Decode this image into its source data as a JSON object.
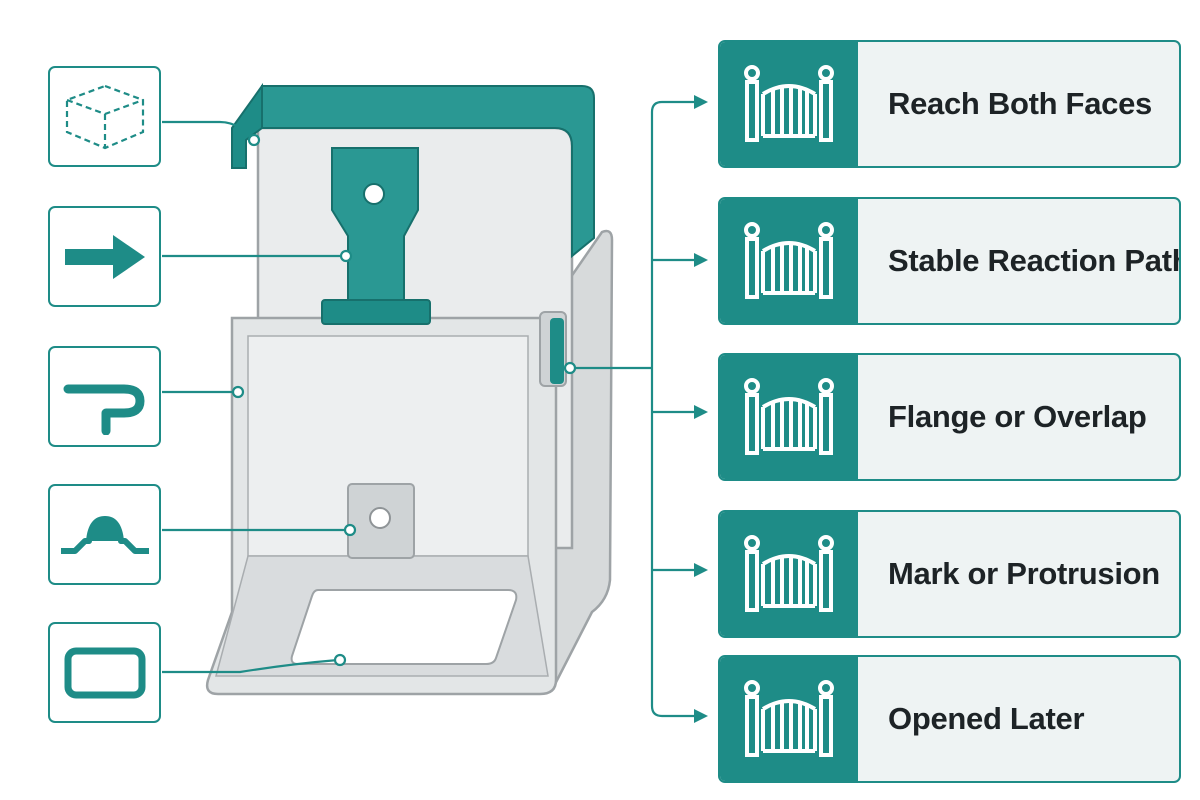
{
  "left_icons": [
    {
      "name": "dashed-box-icon"
    },
    {
      "name": "arrow-right-icon"
    },
    {
      "name": "flange-profile-icon"
    },
    {
      "name": "protrusion-profile-icon"
    },
    {
      "name": "rectangle-opening-icon"
    }
  ],
  "cards": [
    {
      "label": "Reach Both Faces",
      "icon": "gate-icon"
    },
    {
      "label": "Stable Reaction Path",
      "icon": "gate-icon"
    },
    {
      "label": "Flange or Overlap",
      "icon": "gate-icon"
    },
    {
      "label": "Mark or Protrusion",
      "icon": "gate-icon"
    },
    {
      "label": "Opened Later",
      "icon": "gate-icon"
    }
  ],
  "colors": {
    "teal": "#1e8c87",
    "teal_dark": "#17706c",
    "panel_fill": "#e6e8e9",
    "panel_stroke": "#9ea3a6",
    "card_bg": "#eef3f3"
  }
}
